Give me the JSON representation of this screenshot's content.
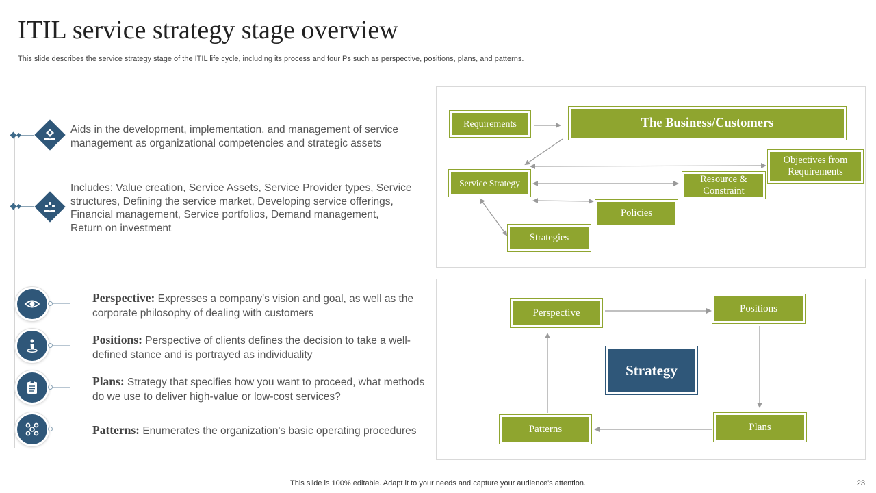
{
  "title": "ITIL service strategy stage overview",
  "subtitle": "This slide describes the service strategy stage of the ITIL life cycle,  including its process and four Ps such as perspective, positions, plans, and patterns.",
  "descriptions": [
    {
      "icon": "gear-hand-icon",
      "text": "Aids in the development,  implementation,  and management  of service management as organizational competencies and strategic assets"
    },
    {
      "icon": "people-network-icon",
      "text": "Includes:  Value creation,  Service Assets,  Service Provider types, Service structures,  Defining the service market,  Developing service offerings, Financial management,  Service portfolios,  Demand management,  Return  on investment"
    }
  ],
  "four_ps": [
    {
      "icon": "eye-icon",
      "term": "Perspective:",
      "text": " Expresses a company's vision and goal, as well as the corporate philosophy of dealing with customers"
    },
    {
      "icon": "person-location-icon",
      "term": "Positions:",
      "text": " Perspective of clients defines the decision to take a well-defined stance and is portrayed as individuality"
    },
    {
      "icon": "clipboard-icon",
      "term": "Plans:",
      "text": " Strategy that specifies how you want to proceed, what methods do we use to deliver high-value  or low-cost services?"
    },
    {
      "icon": "pattern-icon",
      "term": "Patterns:",
      "text": " Enumerates the organization's basic operating procedures"
    }
  ],
  "process_diagram": {
    "requirements": "Requirements",
    "business": "The Business/Customers",
    "objectives": "Objectives  from Requirements",
    "service_strategy": "Service Strategy",
    "resource": "Resource  &  Constraint",
    "policies": "Policies",
    "strategies": "Strategies"
  },
  "cycle_diagram": {
    "perspective": "Perspective",
    "positions": "Positions",
    "strategy": "Strategy",
    "patterns": "Patterns",
    "plans": "Plans"
  },
  "colors": {
    "green": "#8fa52f",
    "navy": "#2f5779"
  },
  "footer": "This slide is 100% editable. Adapt it to your needs and capture your audience's attention.",
  "page_number": "23"
}
